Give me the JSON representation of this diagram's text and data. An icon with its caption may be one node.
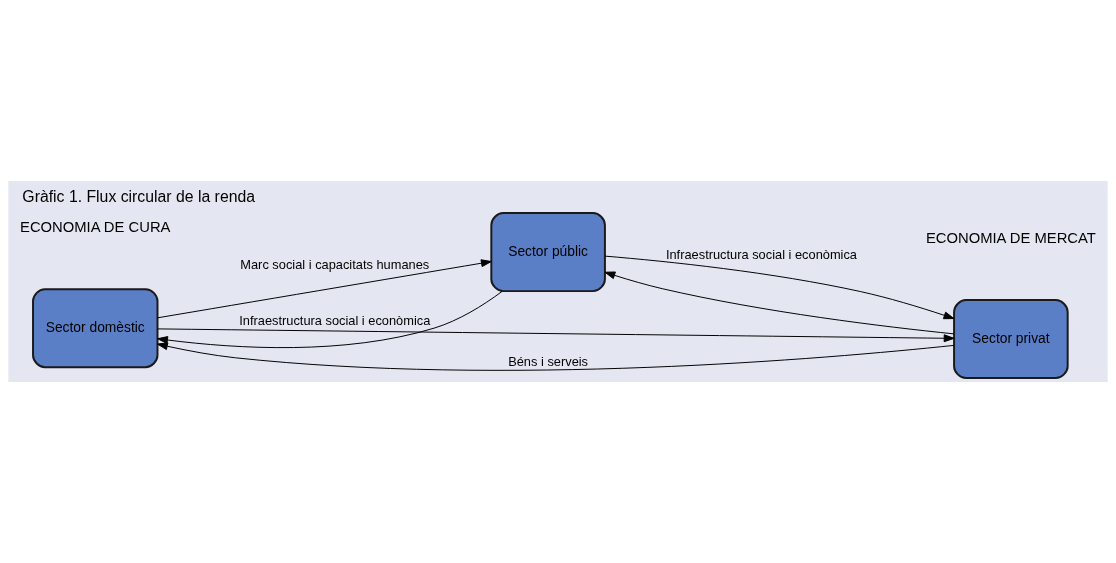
{
  "diagram": {
    "title": "Gràfic 1. Flux circular de la renda",
    "nodes": [
      {
        "text": [
          "Sector domèstic"
        ]
      },
      {
        "text": [
          "Sector públic"
        ]
      },
      {
        "text": [
          "Sector privat"
        ]
      }
    ],
    "edges": [
      {
        "from": 0,
        "to": 1,
        "arrow": "to",
        "label": "Marc social i capacitats humanes"
      },
      {
        "from": 0,
        "to": 2,
        "arrow": "to"
      },
      {
        "from": 1,
        "to": 0,
        "arrow": "to",
        "label": "Infraestructura social i econòmica"
      },
      {
        "from": 1,
        "to": 2,
        "arrow": "to",
        "label": "Infraestructura social i econòmica"
      },
      {
        "from": 2,
        "to": 0,
        "arrow": "to",
        "label": "Béns i serveis"
      },
      {
        "from": 2,
        "to": 1,
        "arrow": "to"
      }
    ],
    "labels": [
      "ECONOMIA DE CURA",
      "ECONOMIA DE MERCAT"
    ]
  }
}
